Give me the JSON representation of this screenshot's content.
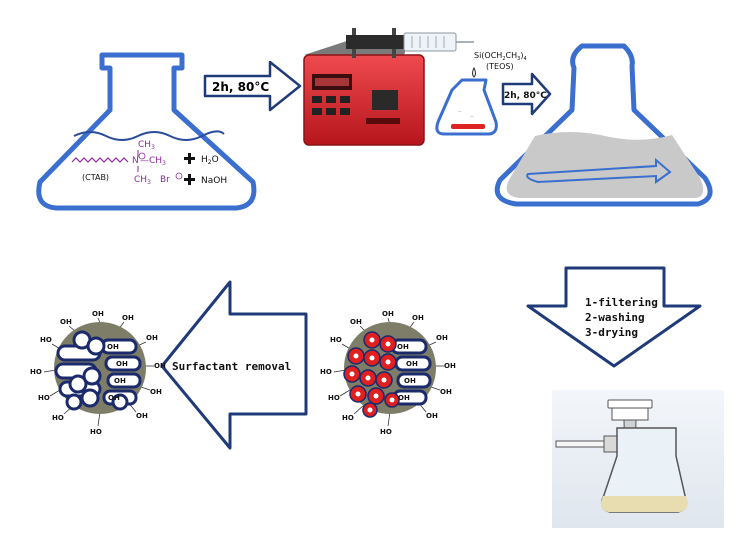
{
  "flask1": {
    "ch3_top": "CH",
    "ch3_top_sub": "3",
    "n_plus": "N",
    "ch3_right": "—CH",
    "ch3_right_sub": "3",
    "ch3_bottom": "CH",
    "ch3_bottom_sub": "3",
    "bromide": "Br",
    "ctab": "(CTAB)",
    "water": "H",
    "water_sub": "2",
    "water_end": "O",
    "naoh": "NaOH"
  },
  "arrow1_label": "2h, 80°C",
  "teos": {
    "formula_a": "Si(OCH",
    "formula_sub1": "2",
    "formula_b": "CH",
    "formula_sub2": "3",
    "formula_c": ")",
    "formula_sub3": "4",
    "name": "(TEOS)"
  },
  "arrow2_label": "2h, 80°C",
  "post_steps": [
    "1-filtering",
    "2-washing",
    "3-drying"
  ],
  "removal_label": "Surfactant removal",
  "particle_labels": {
    "oh": "OH",
    "ho": "HO"
  },
  "colors": {
    "flask_stroke": "#3a6fd0",
    "ctab": "#8a2b9a",
    "arrow_stroke": "#1f3a78",
    "particle_fill": "#7d7d68",
    "tube_stroke": "#1b2a6b",
    "micelle": "#e02020",
    "liquid": "#c9c9c9",
    "pump_red": "#d8232a"
  }
}
